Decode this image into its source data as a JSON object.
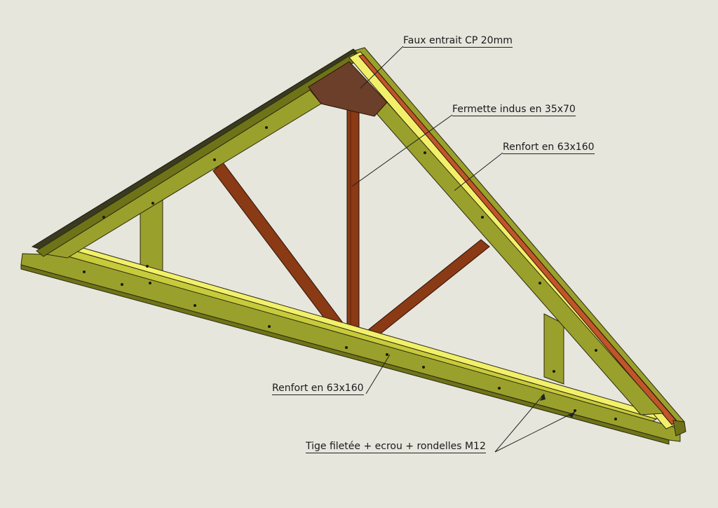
{
  "colors": {
    "background": "#e7e6dd",
    "timber": "#9aa02c",
    "timber_light": "#f2f06a",
    "timber_dark": "#6e7318",
    "brace": "#8a3a14",
    "plywood": "#6b3f2a",
    "edge": "#2a2a10"
  },
  "annotations": {
    "faux_entrait": "Faux entrait CP 20mm",
    "fermette": "Fermette indus en 35x70",
    "renfort_right": "Renfort en 63x160",
    "renfort_bottom": "Renfort en 63x160",
    "tige": "Tige filetée + ecrou + rondelles M12"
  }
}
